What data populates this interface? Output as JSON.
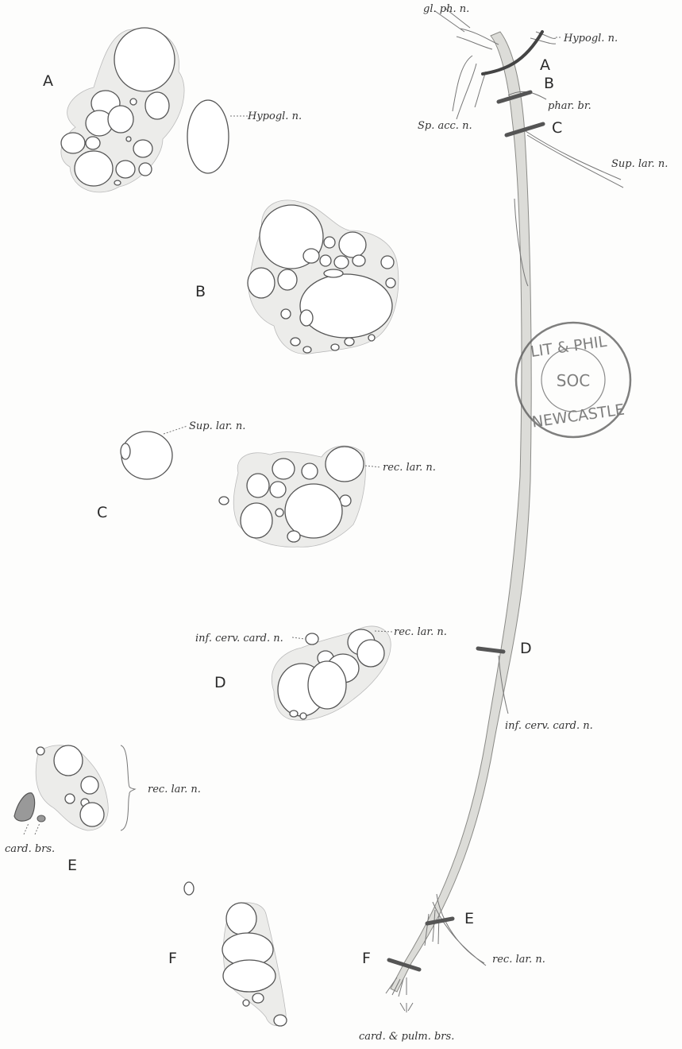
{
  "sections": {
    "A": {
      "letter": "A",
      "hypogl_label": "Hypogl. n."
    },
    "B": {
      "letter": "B"
    },
    "C": {
      "letter": "C",
      "sup_lar_label": "Sup. lar. n.",
      "rec_lar_label": "rec. lar. n."
    },
    "D": {
      "letter": "D",
      "inf_cerv_label": "inf. cerv. card. n.",
      "rec_lar_label": "rec. lar. n."
    },
    "E": {
      "letter": "E",
      "rec_lar_label": "rec. lar. n.",
      "card_label": "card. brs."
    },
    "F": {
      "letter": "F"
    }
  },
  "nerve": {
    "gl_ph_label": "gl. ph. n.",
    "hypogl_label": "Hypogl. n.",
    "phar_label": "phar. br.",
    "sp_acc_label": "Sp. acc. n.",
    "sup_lar_label": "Sup. lar. n.",
    "inf_cerv_label": "inf. cerv. card. n.",
    "rec_lar_label": "rec. lar. n.",
    "card_pulm_label": "card. & pulm. brs.",
    "cut_labels": {
      "A": "A",
      "B": "B",
      "C": "C",
      "D": "D",
      "E": "E",
      "F": "F"
    }
  },
  "stamp": {
    "line1": "LIT & PHIL",
    "line2": "SOC",
    "line3": "NEWCASTLE"
  }
}
